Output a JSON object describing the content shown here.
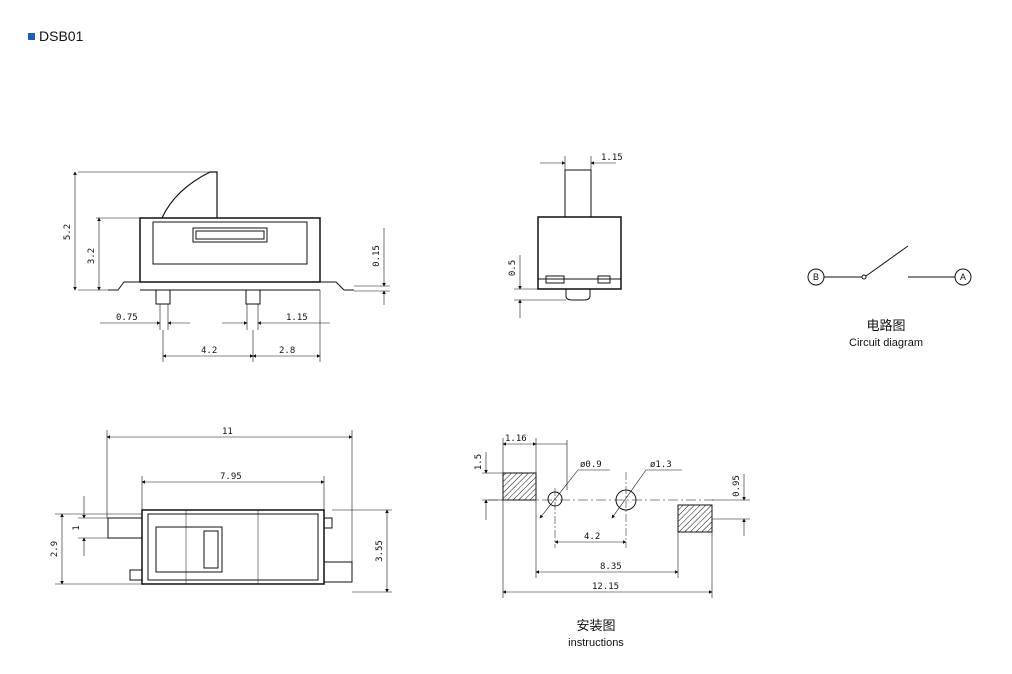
{
  "header": {
    "model": "DSB01",
    "bullet_color": "#1f5fb5"
  },
  "front_view": {
    "dims": [
      "5.2",
      "3.2",
      "0.15",
      "0.75",
      "1.15",
      "4.2",
      "2.8"
    ]
  },
  "side_view": {
    "dims": [
      "1.15",
      "0.5"
    ]
  },
  "circuit": {
    "node_b": "B",
    "node_a": "A",
    "caption_cn": "电路图",
    "caption_en": "Circuit diagram"
  },
  "top_view": {
    "dims": [
      "11",
      "7.95",
      "1",
      "2.9",
      "3.55"
    ]
  },
  "footprint": {
    "dims": [
      "1.16",
      "1.5",
      "ø0.9",
      "ø1.3",
      "0.95",
      "4.2",
      "8.35",
      "12.15"
    ],
    "caption_cn": "安装图",
    "caption_en": "instructions"
  }
}
